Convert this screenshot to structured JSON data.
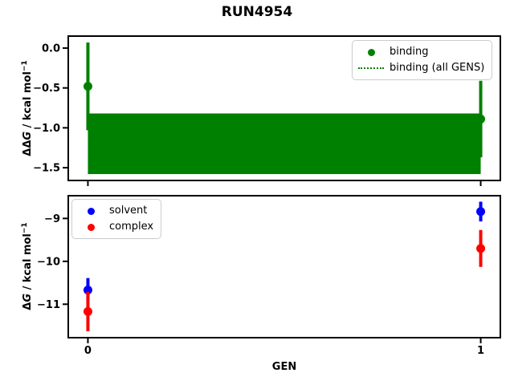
{
  "figure": {
    "suptitle": "RUN4954",
    "background": "#ffffff"
  },
  "colors": {
    "binding_green": "#008000",
    "solvent_blue": "#0000ff",
    "complex_red": "#ff0000",
    "axis_black": "#000000",
    "legend_border": "#cccccc"
  },
  "chart_data": [
    {
      "type": "scatter",
      "subplot": "top",
      "ylabel": "ΔΔG / kcal mol⁻¹",
      "ylabel_parts": {
        "prefix": "ΔΔ",
        "var": "G",
        "unit": " / kcal mol",
        "sup": "−1"
      },
      "xlabel": "",
      "xlim": [
        -0.05,
        1.05
      ],
      "ylim": [
        -1.66,
        0.15
      ],
      "grid": false,
      "yticks": [
        0.0,
        -0.5,
        -1.0,
        -1.5
      ],
      "ytick_labels": [
        "0.0",
        "−0.5",
        "−1.0",
        "−1.5"
      ],
      "xticks": [
        0,
        1
      ],
      "xtick_labels": [],
      "series": [
        {
          "name": "binding",
          "kind": "errorbar-scatter",
          "color": "#008000",
          "marker": "circle",
          "x": [
            0,
            1
          ],
          "y": [
            -0.48,
            -0.89
          ],
          "yerr": [
            0.55,
            0.48
          ]
        },
        {
          "name": "binding (all GENS)",
          "kind": "band",
          "color": "#008000",
          "linestyle": "dotted",
          "x_range": [
            0,
            1
          ],
          "center": -1.2,
          "band": [
            -1.58,
            -0.82
          ]
        }
      ],
      "legend": {
        "position": "upper right",
        "entries": [
          {
            "label": "binding",
            "key": "dot",
            "color": "#008000"
          },
          {
            "label": "binding (all GENS)",
            "key": "dotted-line",
            "color": "#008000"
          }
        ]
      }
    },
    {
      "type": "scatter",
      "subplot": "bottom",
      "ylabel": "ΔG / kcal mol⁻¹",
      "ylabel_parts": {
        "prefix": "Δ",
        "var": "G",
        "unit": " / kcal mol",
        "sup": "−1"
      },
      "xlabel": "GEN",
      "xlim": [
        -0.05,
        1.05
      ],
      "ylim": [
        -11.78,
        -8.47
      ],
      "grid": false,
      "yticks": [
        -9,
        -10,
        -11
      ],
      "ytick_labels": [
        "−9",
        "−10",
        "−11"
      ],
      "xticks": [
        0,
        1
      ],
      "xtick_labels": [
        "0",
        "1"
      ],
      "series": [
        {
          "name": "solvent",
          "kind": "errorbar-scatter",
          "color": "#0000ff",
          "marker": "circle",
          "x": [
            0,
            1
          ],
          "y": [
            -10.67,
            -8.84
          ],
          "yerr": [
            0.28,
            0.23
          ]
        },
        {
          "name": "complex",
          "kind": "errorbar-scatter",
          "color": "#ff0000",
          "marker": "circle",
          "x": [
            0,
            1
          ],
          "y": [
            -11.17,
            -9.7
          ],
          "yerr": [
            0.46,
            0.43
          ]
        }
      ],
      "legend": {
        "position": "upper left",
        "entries": [
          {
            "label": "solvent",
            "key": "dot",
            "color": "#0000ff"
          },
          {
            "label": "complex",
            "key": "dot",
            "color": "#ff0000"
          }
        ]
      }
    }
  ]
}
